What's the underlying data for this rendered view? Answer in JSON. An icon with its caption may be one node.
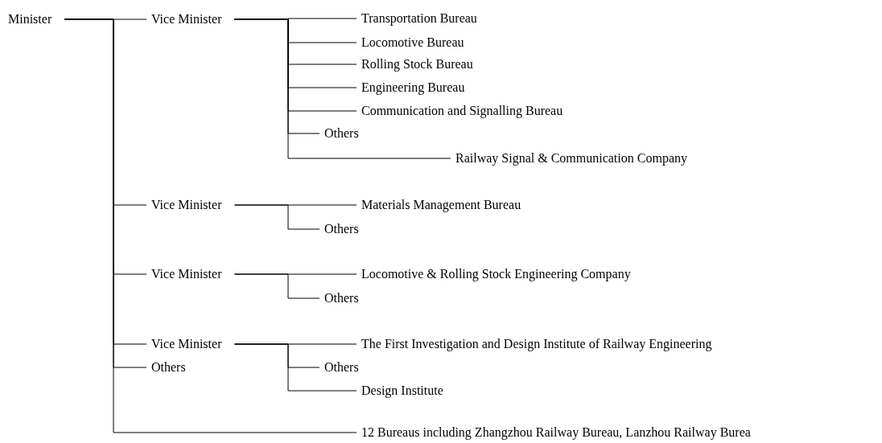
{
  "diagram": {
    "nodes": [
      {
        "text": [
          "Minister"
        ]
      },
      {
        "text": [
          "Vice Minister"
        ]
      },
      {
        "text": [
          "Transportation Bureau"
        ]
      },
      {
        "text": [
          "Locomotive Bureau"
        ]
      },
      {
        "text": [
          "Rolling Stock Bureau"
        ]
      },
      {
        "text": [
          "Engineering Bureau"
        ]
      },
      {
        "text": [
          "Communication and Signalling Bureau"
        ]
      },
      {
        "text": [
          "Others"
        ]
      },
      {
        "text": [
          "Railway Signal & Communication Company"
        ]
      },
      {
        "text": [
          "Vice Minister"
        ]
      },
      {
        "text": [
          "Materials Management Bureau"
        ]
      },
      {
        "text": [
          "Others"
        ]
      },
      {
        "text": [
          "Vice Minister"
        ]
      },
      {
        "text": [
          "Locomotive & Rolling Stock Engineering Company"
        ]
      },
      {
        "text": [
          "Others"
        ]
      },
      {
        "text": [
          "Vice Minister"
        ]
      },
      {
        "text": [
          "Others"
        ]
      },
      {
        "text": [
          "The First Investigation and Design Institute of Railway Engineering"
        ]
      },
      {
        "text": [
          "Others"
        ]
      },
      {
        "text": [
          "Design Institute"
        ]
      },
      {
        "text": [
          "12 Bureaus including Zhangzhou Railway Bureau, Lanzhou Railway Burea"
        ]
      }
    ],
    "edges": [
      {
        "from": 0,
        "to": 1,
        "arrow": "none"
      },
      {
        "from": 0,
        "to": 9,
        "arrow": "none"
      },
      {
        "from": 0,
        "to": 12,
        "arrow": "none"
      },
      {
        "from": 0,
        "to": 15,
        "arrow": "none"
      },
      {
        "from": 0,
        "to": 16,
        "arrow": "none"
      },
      {
        "from": 0,
        "to": 20,
        "arrow": "none"
      },
      {
        "from": 1,
        "to": 2,
        "arrow": "none"
      },
      {
        "from": 1,
        "to": 3,
        "arrow": "none"
      },
      {
        "from": 1,
        "to": 4,
        "arrow": "none"
      },
      {
        "from": 1,
        "to": 5,
        "arrow": "none"
      },
      {
        "from": 1,
        "to": 6,
        "arrow": "none"
      },
      {
        "from": 1,
        "to": 7,
        "arrow": "none"
      },
      {
        "from": 1,
        "to": 8,
        "arrow": "none"
      },
      {
        "from": 9,
        "to": 10,
        "arrow": "none"
      },
      {
        "from": 9,
        "to": 11,
        "arrow": "none"
      },
      {
        "from": 12,
        "to": 13,
        "arrow": "none"
      },
      {
        "from": 12,
        "to": 14,
        "arrow": "none"
      },
      {
        "from": 15,
        "to": 17,
        "arrow": "none"
      },
      {
        "from": 15,
        "to": 18,
        "arrow": "none"
      },
      {
        "from": 15,
        "to": 19,
        "arrow": "none"
      }
    ]
  }
}
